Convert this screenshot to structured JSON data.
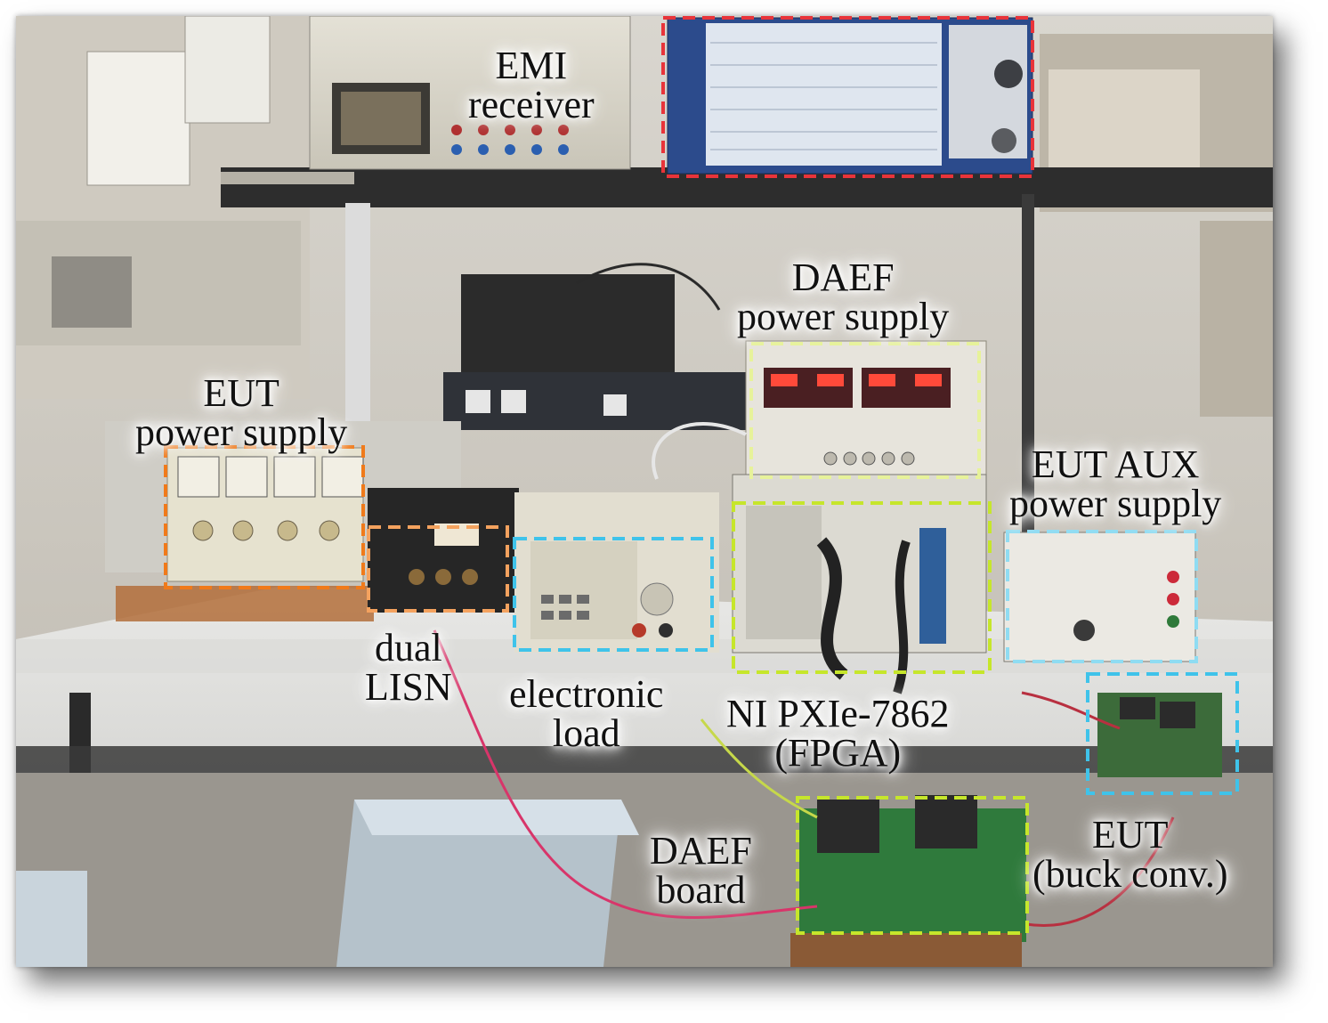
{
  "image": {
    "description_free": true
  },
  "annotation_colors": {
    "red": "#e8343a",
    "orange": "#f07a1a",
    "light_orange": "#f4a25e",
    "cyan": "#3fc3ea",
    "light_cyan": "#8fdcf2",
    "yellow_green": "#c6e62b",
    "pale_yellow": "#e7f29a"
  },
  "labels": {
    "emi_receiver": [
      "EMI",
      "receiver"
    ],
    "daef_power_supply": [
      "DAEF",
      "power supply"
    ],
    "eut_power_supply": [
      "EUT",
      "power supply"
    ],
    "eut_aux_power_supply": [
      "EUT AUX",
      "power supply"
    ],
    "dual_lisn": [
      "dual",
      "LISN"
    ],
    "electronic_load": [
      "electronic",
      "load"
    ],
    "ni_pxie": [
      "NI PXIe-7862",
      "(FPGA)"
    ],
    "daef_board": [
      "DAEF",
      "board"
    ],
    "eut": [
      "EUT",
      "(buck conv.)"
    ]
  }
}
